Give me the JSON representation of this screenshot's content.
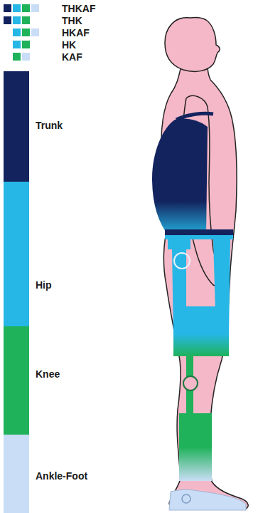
{
  "diagram": {
    "legend": [
      {
        "text": "THKAF"
      },
      {
        "text": "THK"
      },
      {
        "text": "HKAF"
      },
      {
        "text": "HK"
      },
      {
        "text": "KAF"
      },
      {
        "text": "Trunk",
        "color": "#13235e"
      },
      {
        "text": "Hip",
        "color": "#26b7e6"
      },
      {
        "text": "Knee",
        "color": "#1fb25a"
      },
      {
        "text": "Ankle-Foot",
        "color": "#c9ddf6"
      }
    ]
  }
}
